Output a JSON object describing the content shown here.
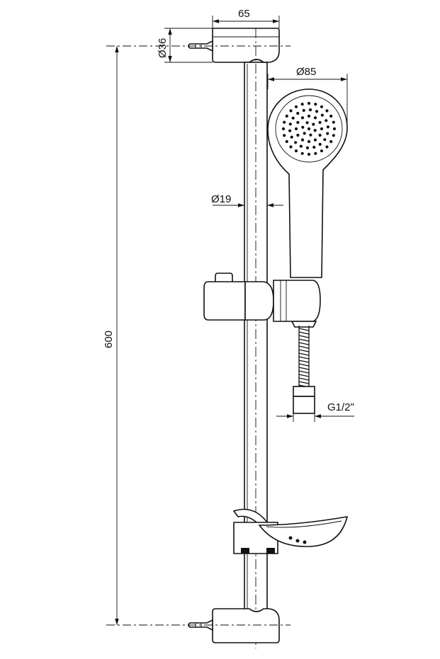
{
  "dimensions": {
    "width_bracket": "65",
    "bracket_diameter": "Ø36",
    "head_diameter": "Ø85",
    "rail_diameter": "Ø19",
    "rail_length": "600",
    "hose_thread": "G1/2\""
  },
  "colors": {
    "line": "#111111",
    "background": "#ffffff"
  }
}
